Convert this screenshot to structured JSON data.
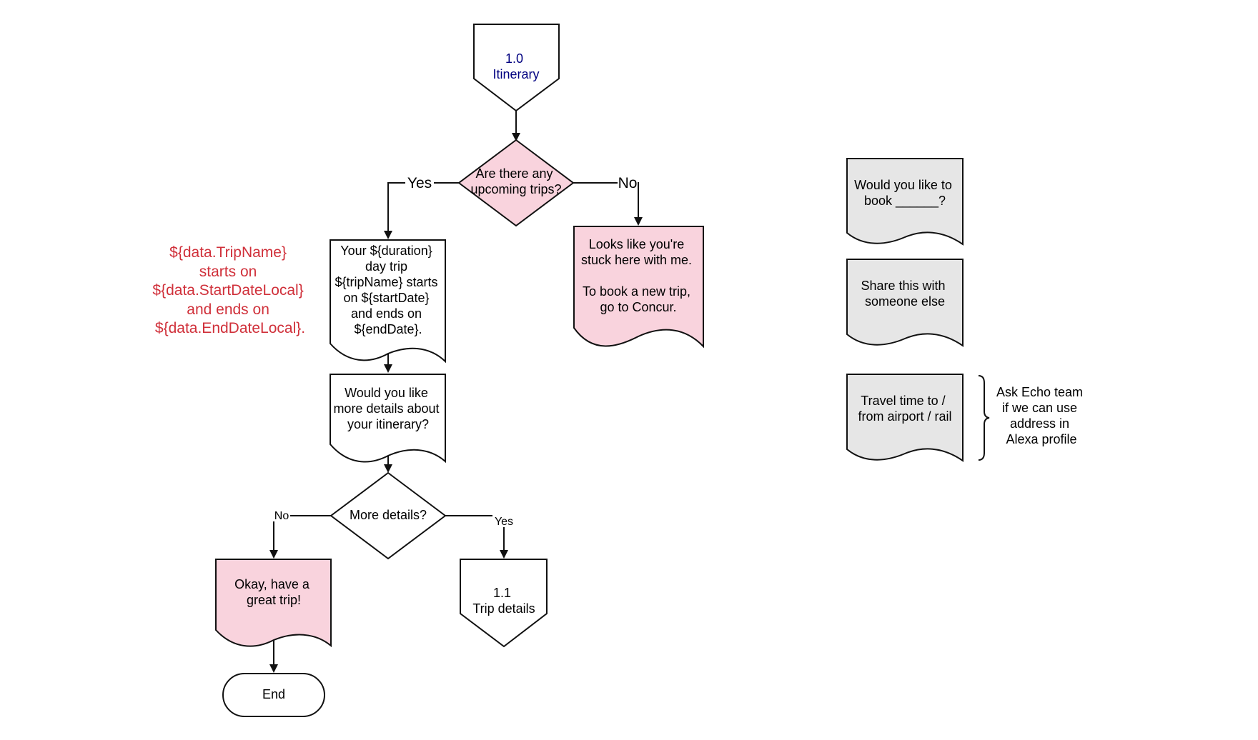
{
  "diagram": {
    "nodes": {
      "itinerary": {
        "lines": [
          "1.0",
          "Itinerary"
        ],
        "shape": "offpage-connector"
      },
      "upcoming_trips": {
        "lines": [
          "Are there any",
          "upcoming trips?"
        ],
        "shape": "decision"
      },
      "trip_summary": {
        "lines": [
          "Your ${duration}",
          "day trip",
          "${tripName} starts",
          "on ${startDate}",
          "and ends on",
          "${endDate}."
        ],
        "shape": "document"
      },
      "no_trips": {
        "lines": [
          "Looks like you're",
          "stuck here with me.",
          "",
          "To book a new trip,",
          "go to Concur."
        ],
        "shape": "document"
      },
      "more_details_prompt": {
        "lines": [
          "Would you like",
          "more details about",
          "your itinerary?"
        ],
        "shape": "document"
      },
      "more_details": {
        "lines": [
          "More details?"
        ],
        "shape": "decision"
      },
      "great_trip": {
        "lines": [
          "Okay, have a",
          "great trip!"
        ],
        "shape": "document"
      },
      "trip_details": {
        "lines": [
          "1.1",
          "Trip details"
        ],
        "shape": "offpage-connector"
      },
      "end": {
        "lines": [
          "End"
        ],
        "shape": "terminator"
      },
      "book": {
        "lines": [
          "Would you like to",
          "book ______?"
        ],
        "shape": "document"
      },
      "share": {
        "lines": [
          "Share this with",
          "someone else"
        ],
        "shape": "document"
      },
      "travel_time": {
        "lines": [
          "Travel time to /",
          "from airport / rail"
        ],
        "shape": "document"
      }
    },
    "edge_labels": {
      "upcoming_yes": "Yes",
      "upcoming_no": "No",
      "details_no": "No",
      "details_yes": "Yes"
    },
    "annotations": {
      "template_note": {
        "lines": [
          "${data.TripName}",
          "starts on",
          "${data.StartDateLocal}",
          "and ends on",
          "${data.EndDateLocal}."
        ]
      },
      "echo_note": {
        "lines": [
          "Ask Echo team",
          "if we can use",
          "address in",
          "Alexa profile"
        ]
      }
    },
    "colors": {
      "pink_fill": "#f9d3dd",
      "gray_fill": "#e6e6e6",
      "stroke": "#111111",
      "navy_text": "#000080",
      "red_text": "#d0303a"
    }
  }
}
